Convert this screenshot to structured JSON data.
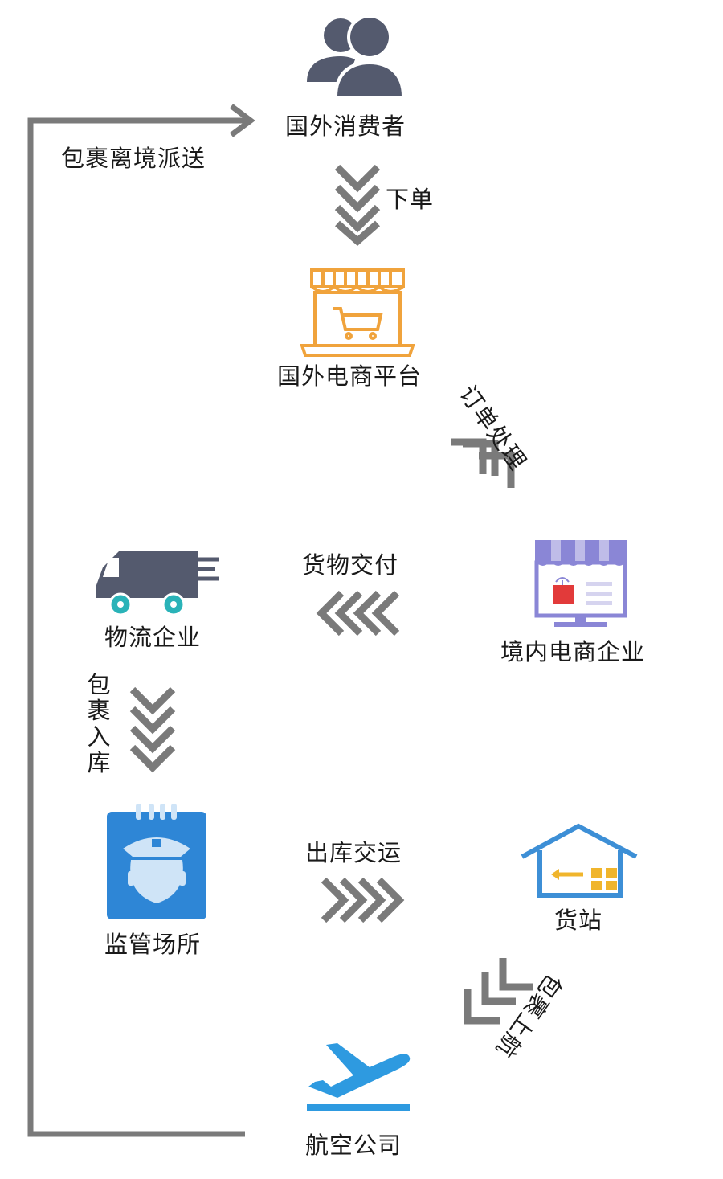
{
  "nodes": {
    "consumer": "国外消费者",
    "platform": "国外电商平台",
    "domestic": "境内电商企业",
    "logistics": "物流企业",
    "supervision": "监管场所",
    "cargo_station": "货站",
    "airline": "航空公司"
  },
  "steps": {
    "order": "下单",
    "order_processing": "订单处理",
    "goods_delivery": "货物交付",
    "parcel_storage": "包裹入库",
    "outbound_transport": "出库交运",
    "parcel_boarding": "包裹上航",
    "parcel_dispatch": "包裹离境派送"
  },
  "colors": {
    "icon_dark": "#545a6e",
    "arrow_gray": "#7a7a7a",
    "shop_orange": "#f0a33c",
    "store_purple": "#8a86d6",
    "store_red": "#e23a3a",
    "truck_teal": "#2ab3b8",
    "police_blue": "#2e86d6",
    "police_light": "#cfe4f7",
    "station_blue": "#3d8fd6",
    "station_yellow": "#f0b52c",
    "plane_blue": "#2e9ae0"
  }
}
